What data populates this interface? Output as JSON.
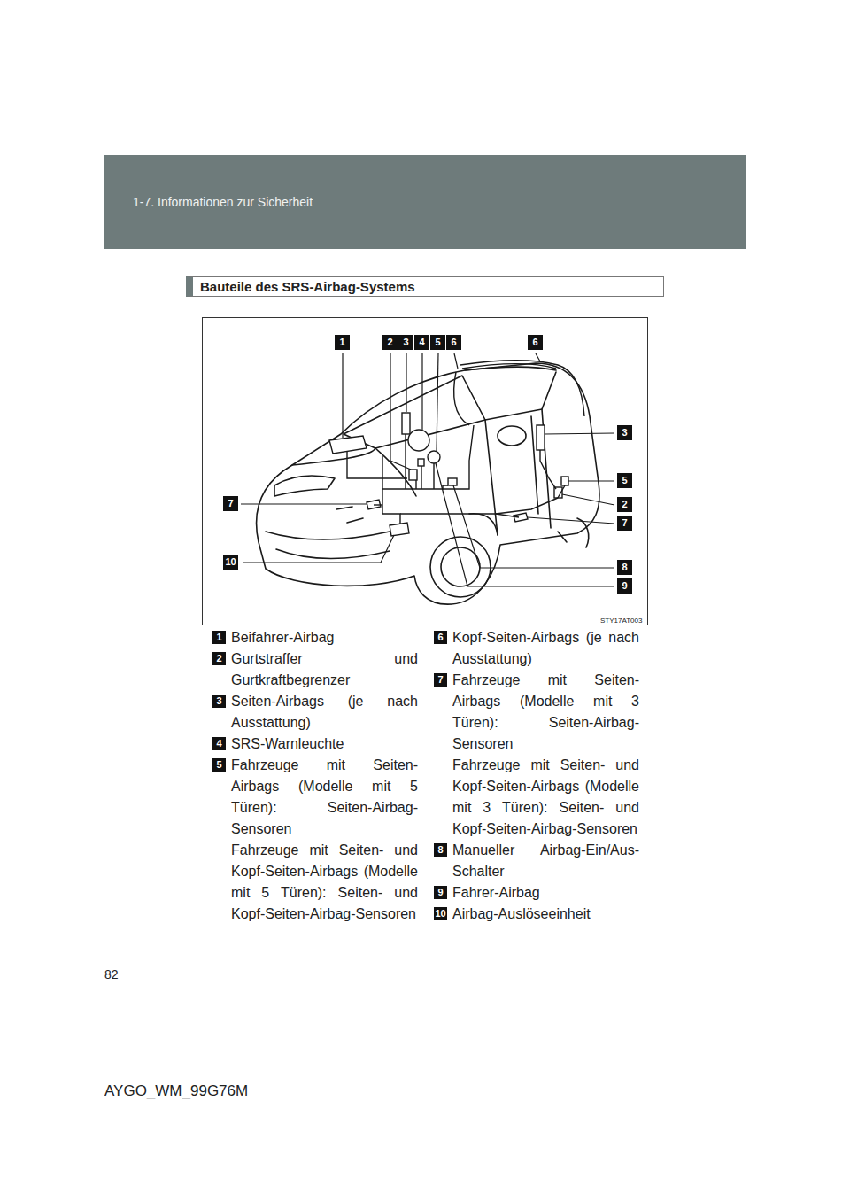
{
  "diagram": {
    "title": "Bauteile des SRS-Airbag-Systems",
    "labels": [
      "1-7. Informationen zur Sicherheit",
      "1",
      "2",
      "3",
      "4",
      "5",
      "6",
      "6",
      "3",
      "5",
      "2",
      "7",
      "8",
      "9",
      "7",
      "10",
      "STY17AT003",
      "1",
      "Beifahrer-Airbag",
      "2",
      "Gurtstraffer und Gurtkraftbegrenzer",
      "3",
      "Seiten-Airbags (je nach Ausstattung)",
      "4",
      "SRS-Warnleuchte",
      "5",
      "Fahrzeuge mit Seiten-Airbags (Modelle mit 5 Türen): Seiten-Airbag-Sensoren",
      "Fahrzeuge mit Seiten- und Kopf-Seiten-Airbags (Modelle mit 5 Türen): Seiten- und Kopf-Seiten-Airbag-Sensoren",
      "6",
      "Kopf-Seiten-Airbags (je nach Ausstattung)",
      "7",
      "Fahrzeuge mit Seiten-Airbags (Modelle mit 3 Türen): Seiten-Airbag-Sensoren",
      "Fahrzeuge mit Seiten- und Kopf-Seiten-Airbags (Modelle mit 3 Türen): Seiten- und Kopf-Seiten-Airbag-Sensoren",
      "8",
      "Manueller Airbag-Ein/Aus-Schalter",
      "9",
      "Fahrer-Airbag",
      "10",
      "Airbag-Auslöseeinheit",
      "82",
      "AYGO_WM_99G76M"
    ]
  }
}
